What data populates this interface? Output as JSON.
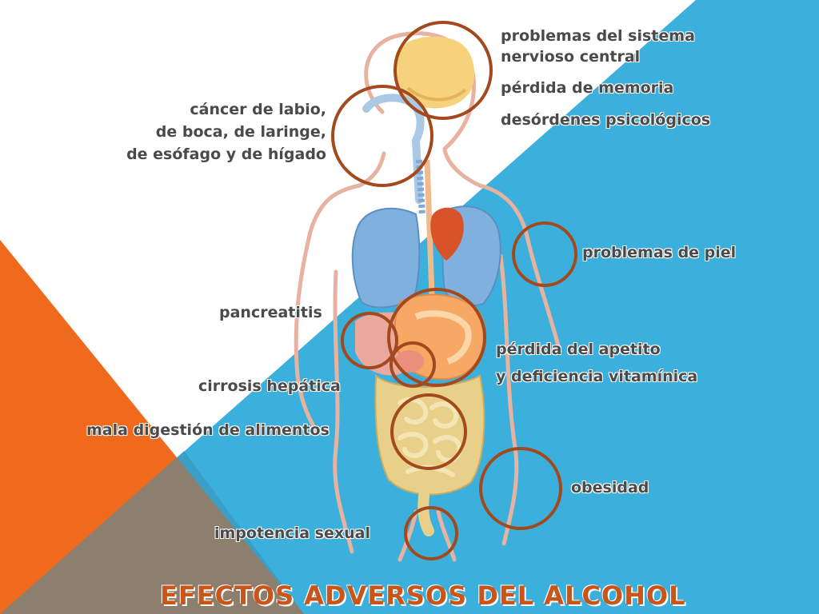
{
  "title": "EFECTOS ADVERSOS DEL ALCOHOL",
  "colors": {
    "background_blue": "#3cb0dc",
    "background_orange": "#f06a1e",
    "circle_stroke": "#a24a1e",
    "label_text": "#4a4a4a",
    "title_text": "#c8551a"
  },
  "labels": {
    "snc_line1": "problemas del sistema",
    "snc_line2": "nervioso central",
    "memoria": "pérdida de memoria",
    "psicologicos": "desórdenes psicológicos",
    "cancer_line1": "cáncer de labio,",
    "cancer_line2": "de boca, de laringe,",
    "cancer_line3": "de esófago y de hígado",
    "piel": "problemas de piel",
    "pancreatitis": "pancreatitis",
    "apetito_line1": "pérdida del apetito",
    "apetito_line2": "y deficiencia vitamínica",
    "cirrosis": "cirrosis hepática",
    "digestion": "mala digestión de alimentos",
    "obesidad": "obesidad",
    "impotencia": "impotencia sexual"
  }
}
